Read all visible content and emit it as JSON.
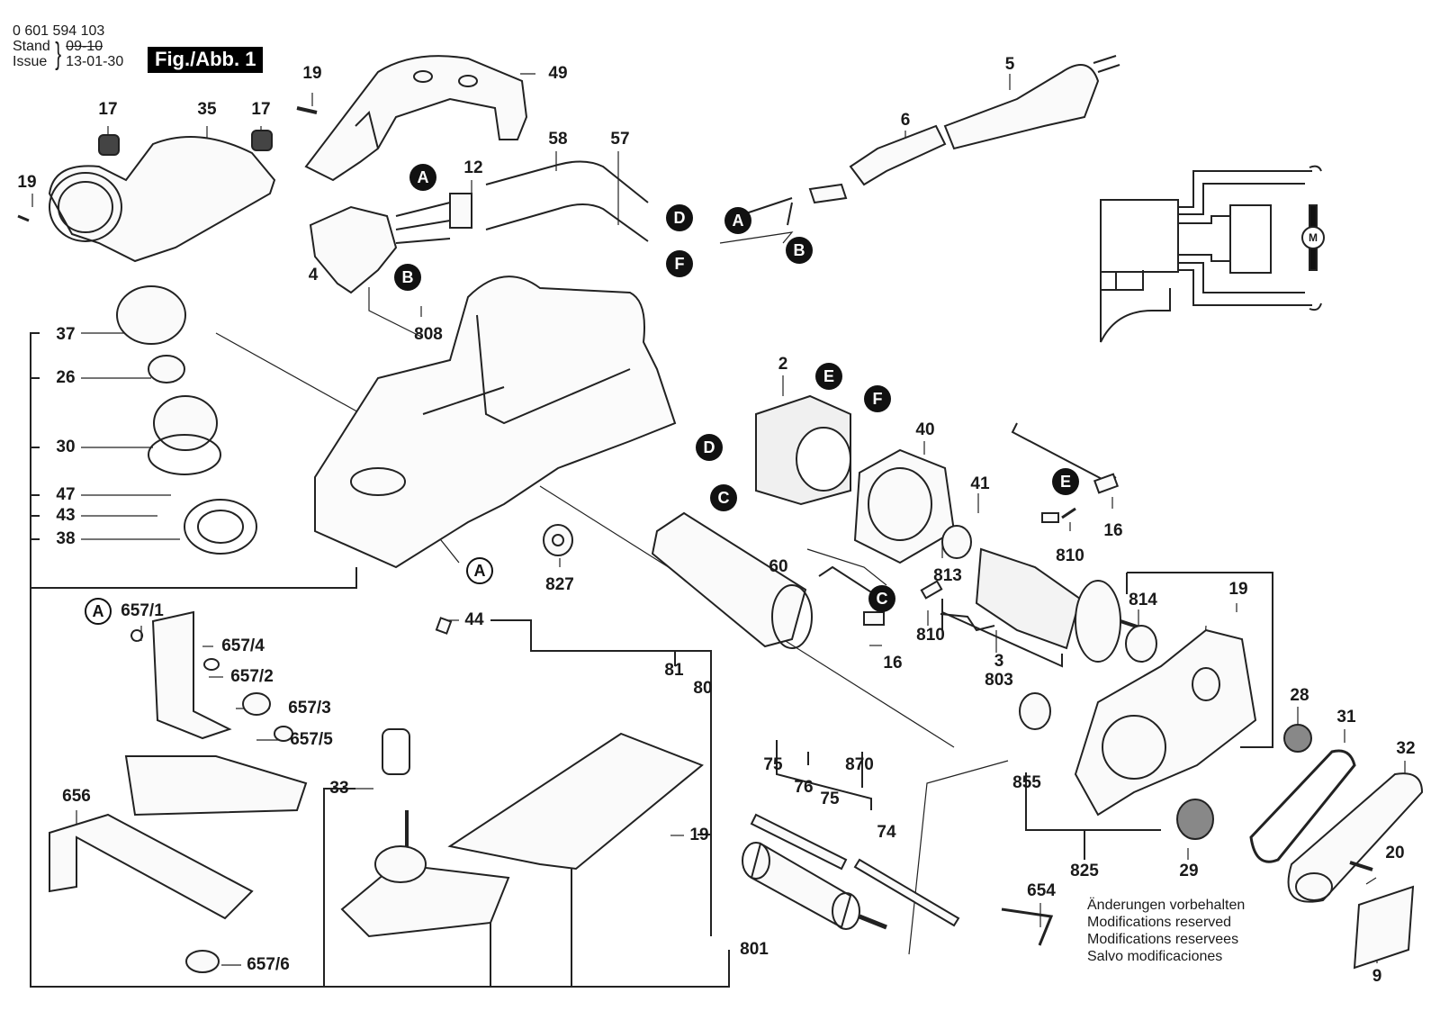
{
  "header": {
    "part_number": "0 601 594 103",
    "stand_label": "Stand",
    "issue_label": "Issue",
    "stand_value": "09-10",
    "issue_value": "13-01-30",
    "figure_label": "Fig./Abb. 1"
  },
  "callouts": {
    "c2": "2",
    "c3": "3",
    "c4": "4",
    "c5": "5",
    "c6": "6",
    "c9": "9",
    "c12": "12",
    "c16a": "16",
    "c16b": "16",
    "c17a": "17",
    "c17b": "17",
    "c19a": "19",
    "c19b": "19",
    "c19c": "19",
    "c19d": "19",
    "c20": "20",
    "c26": "26",
    "c28": "28",
    "c29": "29",
    "c30": "30",
    "c31": "31",
    "c32": "32",
    "c33": "33",
    "c35": "35",
    "c37": "37",
    "c38": "38",
    "c40": "40",
    "c41": "41",
    "c43": "43",
    "c44": "44",
    "c47": "47",
    "c49": "49",
    "c57": "57",
    "c58": "58",
    "c60": "60",
    "c74": "74",
    "c75a": "75",
    "c75b": "75",
    "c76": "76",
    "c80": "80",
    "c81": "81",
    "c654": "654",
    "c656": "656",
    "c657_1": "657/1",
    "c657_2": "657/2",
    "c657_3": "657/3",
    "c657_4": "657/4",
    "c657_5": "657/5",
    "c657_6": "657/6",
    "c801": "801",
    "c803": "803",
    "c808": "808",
    "c810a": "810",
    "c810b": "810",
    "c813": "813",
    "c814": "814",
    "c825": "825",
    "c827": "827",
    "c855": "855",
    "c870": "870"
  },
  "connectors": {
    "A": "A",
    "B": "B",
    "C": "C",
    "D": "D",
    "E": "E",
    "F": "F"
  },
  "schematic": {
    "motor_label": "M"
  },
  "notes": [
    "Änderungen vorbehalten",
    "Modifications reserved",
    "Modifications reservees",
    "Salvo modificaciones"
  ]
}
